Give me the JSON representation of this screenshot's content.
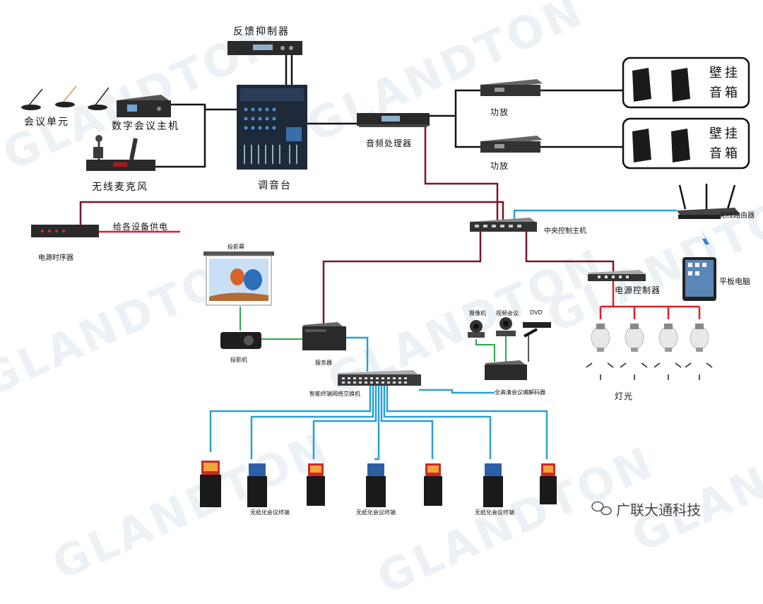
{
  "watermark": "GLANDTON",
  "brand": "广联大通科技",
  "labels": {
    "feedback": "反馈抑制器",
    "conf_unit": "会议单元",
    "conf_host": "数字会议主机",
    "wireless_mic": "无线麦克风",
    "mixer": "调音台",
    "audio_proc": "音频处理器",
    "amp1": "功放",
    "amp2": "功放",
    "speaker_box_1": "壁挂音箱",
    "speaker_box_2": "壁挂音箱",
    "power_seq": "电源时序器",
    "power_feed": "给各设备供电",
    "central_ctrl": "中央控制主机",
    "router": "无线路由器",
    "tablet": "平板电脑",
    "screen": "投影幕",
    "projector": "投影机",
    "server": "服务器",
    "switch": "智能终端网络交换机",
    "camera": "摄像机",
    "video_conf": "视频会议",
    "dvd": "DVD",
    "codec": "全高清会议编解码器",
    "power_ctrl": "电源控制器",
    "lights": "灯光",
    "paperless_1": "无纸化会议终端",
    "paperless_2": "无纸化会议终端",
    "paperless_3": "无纸化会议终端"
  },
  "colors": {
    "audio_line": "#111111",
    "control_line": "#7a1526",
    "power_red": "#e0202a",
    "network_blue": "#2a9fd6",
    "video_green": "#2aa84a",
    "watermark": "#dde6ef"
  },
  "icons": [
    "microphone-icon",
    "conference-host-icon",
    "wireless-mic-icon",
    "mixer-icon",
    "rack-device-icon",
    "speaker-icon",
    "power-sequencer-icon",
    "control-host-icon",
    "router-icon",
    "tablet-icon",
    "projection-screen-icon",
    "projector-icon",
    "server-icon",
    "switch-icon",
    "camera-icon",
    "dvd-icon",
    "codec-icon",
    "bulb-icon",
    "paperless-terminal-icon",
    "wechat-icon"
  ]
}
